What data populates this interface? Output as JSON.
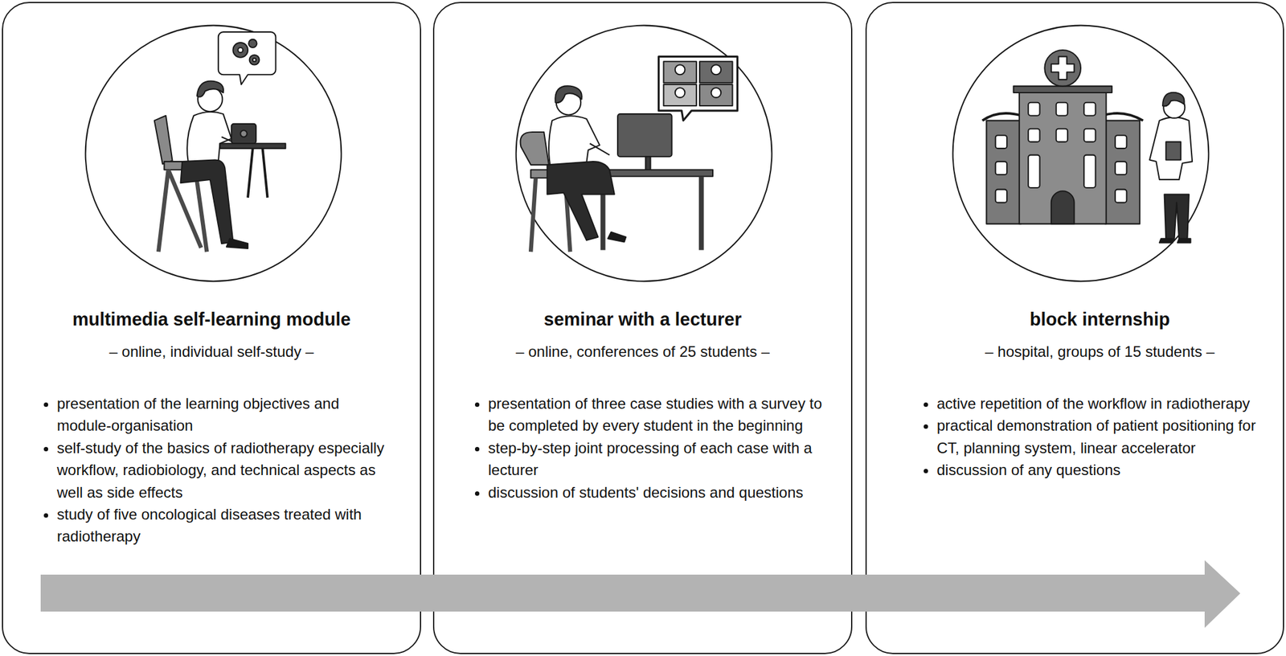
{
  "diagram": {
    "nodes": [
      {
        "text": [
          "multimedia self-learning module",
          "– online, individual self-study –",
          "presentation of the learning objectives and module-organisation",
          "self-study of the basics of radiotherapy especially workflow, radiobiology, and technical aspects as well as side effects",
          "study of five oncological diseases treated with radiotherapy"
        ]
      },
      {
        "text": [
          "seminar with a lecturer",
          "– online, conferences of 25 students –",
          "presentation of three case studies with a survey to be completed by every student in the beginning",
          "step-by-step joint processing of each case with a lecturer",
          "discussion of students' decisions and questions"
        ]
      },
      {
        "text": [
          "block internship",
          "– hospital, groups of 15 students –",
          "active repetition of the workflow in radiotherapy",
          "practical demonstration of patient positioning for CT, planning system, linear accelerator",
          "discussion of any questions"
        ]
      }
    ]
  }
}
